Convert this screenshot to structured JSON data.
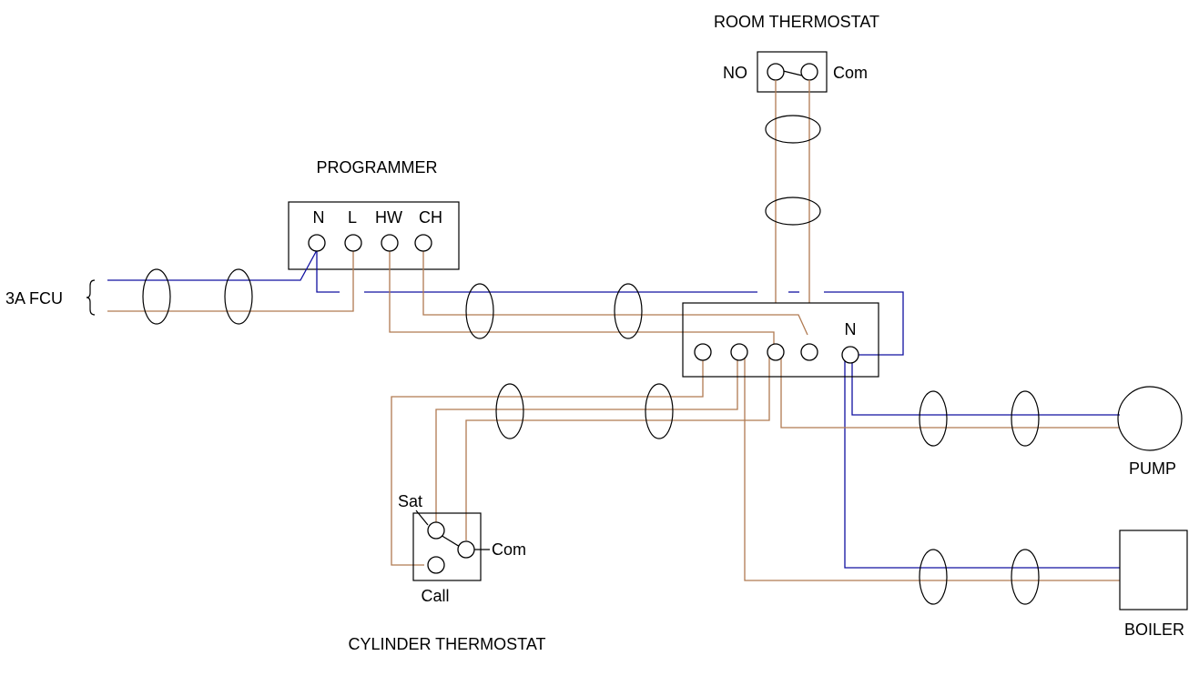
{
  "labels": {
    "room_thermostat": "ROOM THERMOSTAT",
    "room_no": "NO",
    "room_com": "Com",
    "programmer": "PROGRAMMER",
    "prog_n": "N",
    "prog_l": "L",
    "prog_hw": "HW",
    "prog_ch": "CH",
    "fcu": "3A FCU",
    "junction_n": "N",
    "pump": "PUMP",
    "boiler": "BOILER",
    "cyl_sat": "Sat",
    "cyl_com": "Com",
    "cyl_call": "Call",
    "cylinder_thermostat": "CYLINDER THERMOSTAT"
  },
  "colors": {
    "neutral_wire": "#1010a0",
    "live_wire": "#b07a52",
    "outline": "#000000"
  }
}
